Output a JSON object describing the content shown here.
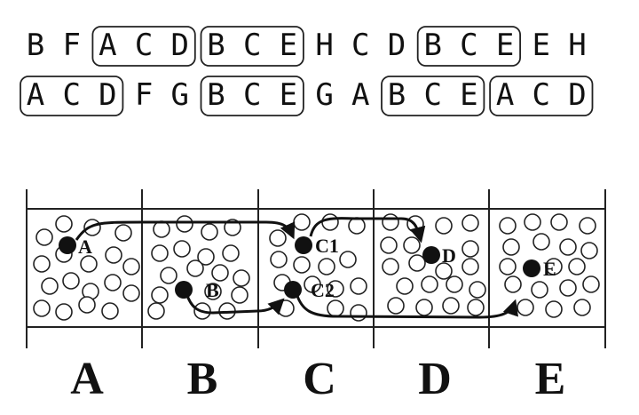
{
  "sequences": [
    {
      "letters": [
        "B",
        "F",
        "A",
        "C",
        "D",
        "B",
        "C",
        "E",
        "H",
        "C",
        "D",
        "B",
        "C",
        "E",
        "E",
        "H"
      ],
      "boxes": [
        [
          2,
          4
        ],
        [
          5,
          7
        ],
        [
          11,
          13
        ]
      ]
    },
    {
      "letters": [
        "A",
        "C",
        "D",
        "F",
        "G",
        "B",
        "C",
        "E",
        "G",
        "A",
        "B",
        "C",
        "E",
        "A",
        "C",
        "D"
      ],
      "boxes": [
        [
          0,
          2
        ],
        [
          5,
          7
        ],
        [
          10,
          12
        ],
        [
          13,
          15
        ]
      ]
    }
  ],
  "columns": [
    "A",
    "B",
    "C",
    "D",
    "E"
  ],
  "nodes": [
    {
      "id": "A",
      "label": "A"
    },
    {
      "id": "B",
      "label": "B"
    },
    {
      "id": "C1",
      "label": "C1"
    },
    {
      "id": "C2",
      "label": "C2"
    },
    {
      "id": "D",
      "label": "D"
    },
    {
      "id": "E",
      "label": "E"
    }
  ],
  "edges": [
    {
      "from": "A",
      "to": "C1"
    },
    {
      "from": "C1",
      "to": "D"
    },
    {
      "from": "B",
      "to": "C2"
    },
    {
      "from": "C2",
      "to": "E"
    }
  ]
}
